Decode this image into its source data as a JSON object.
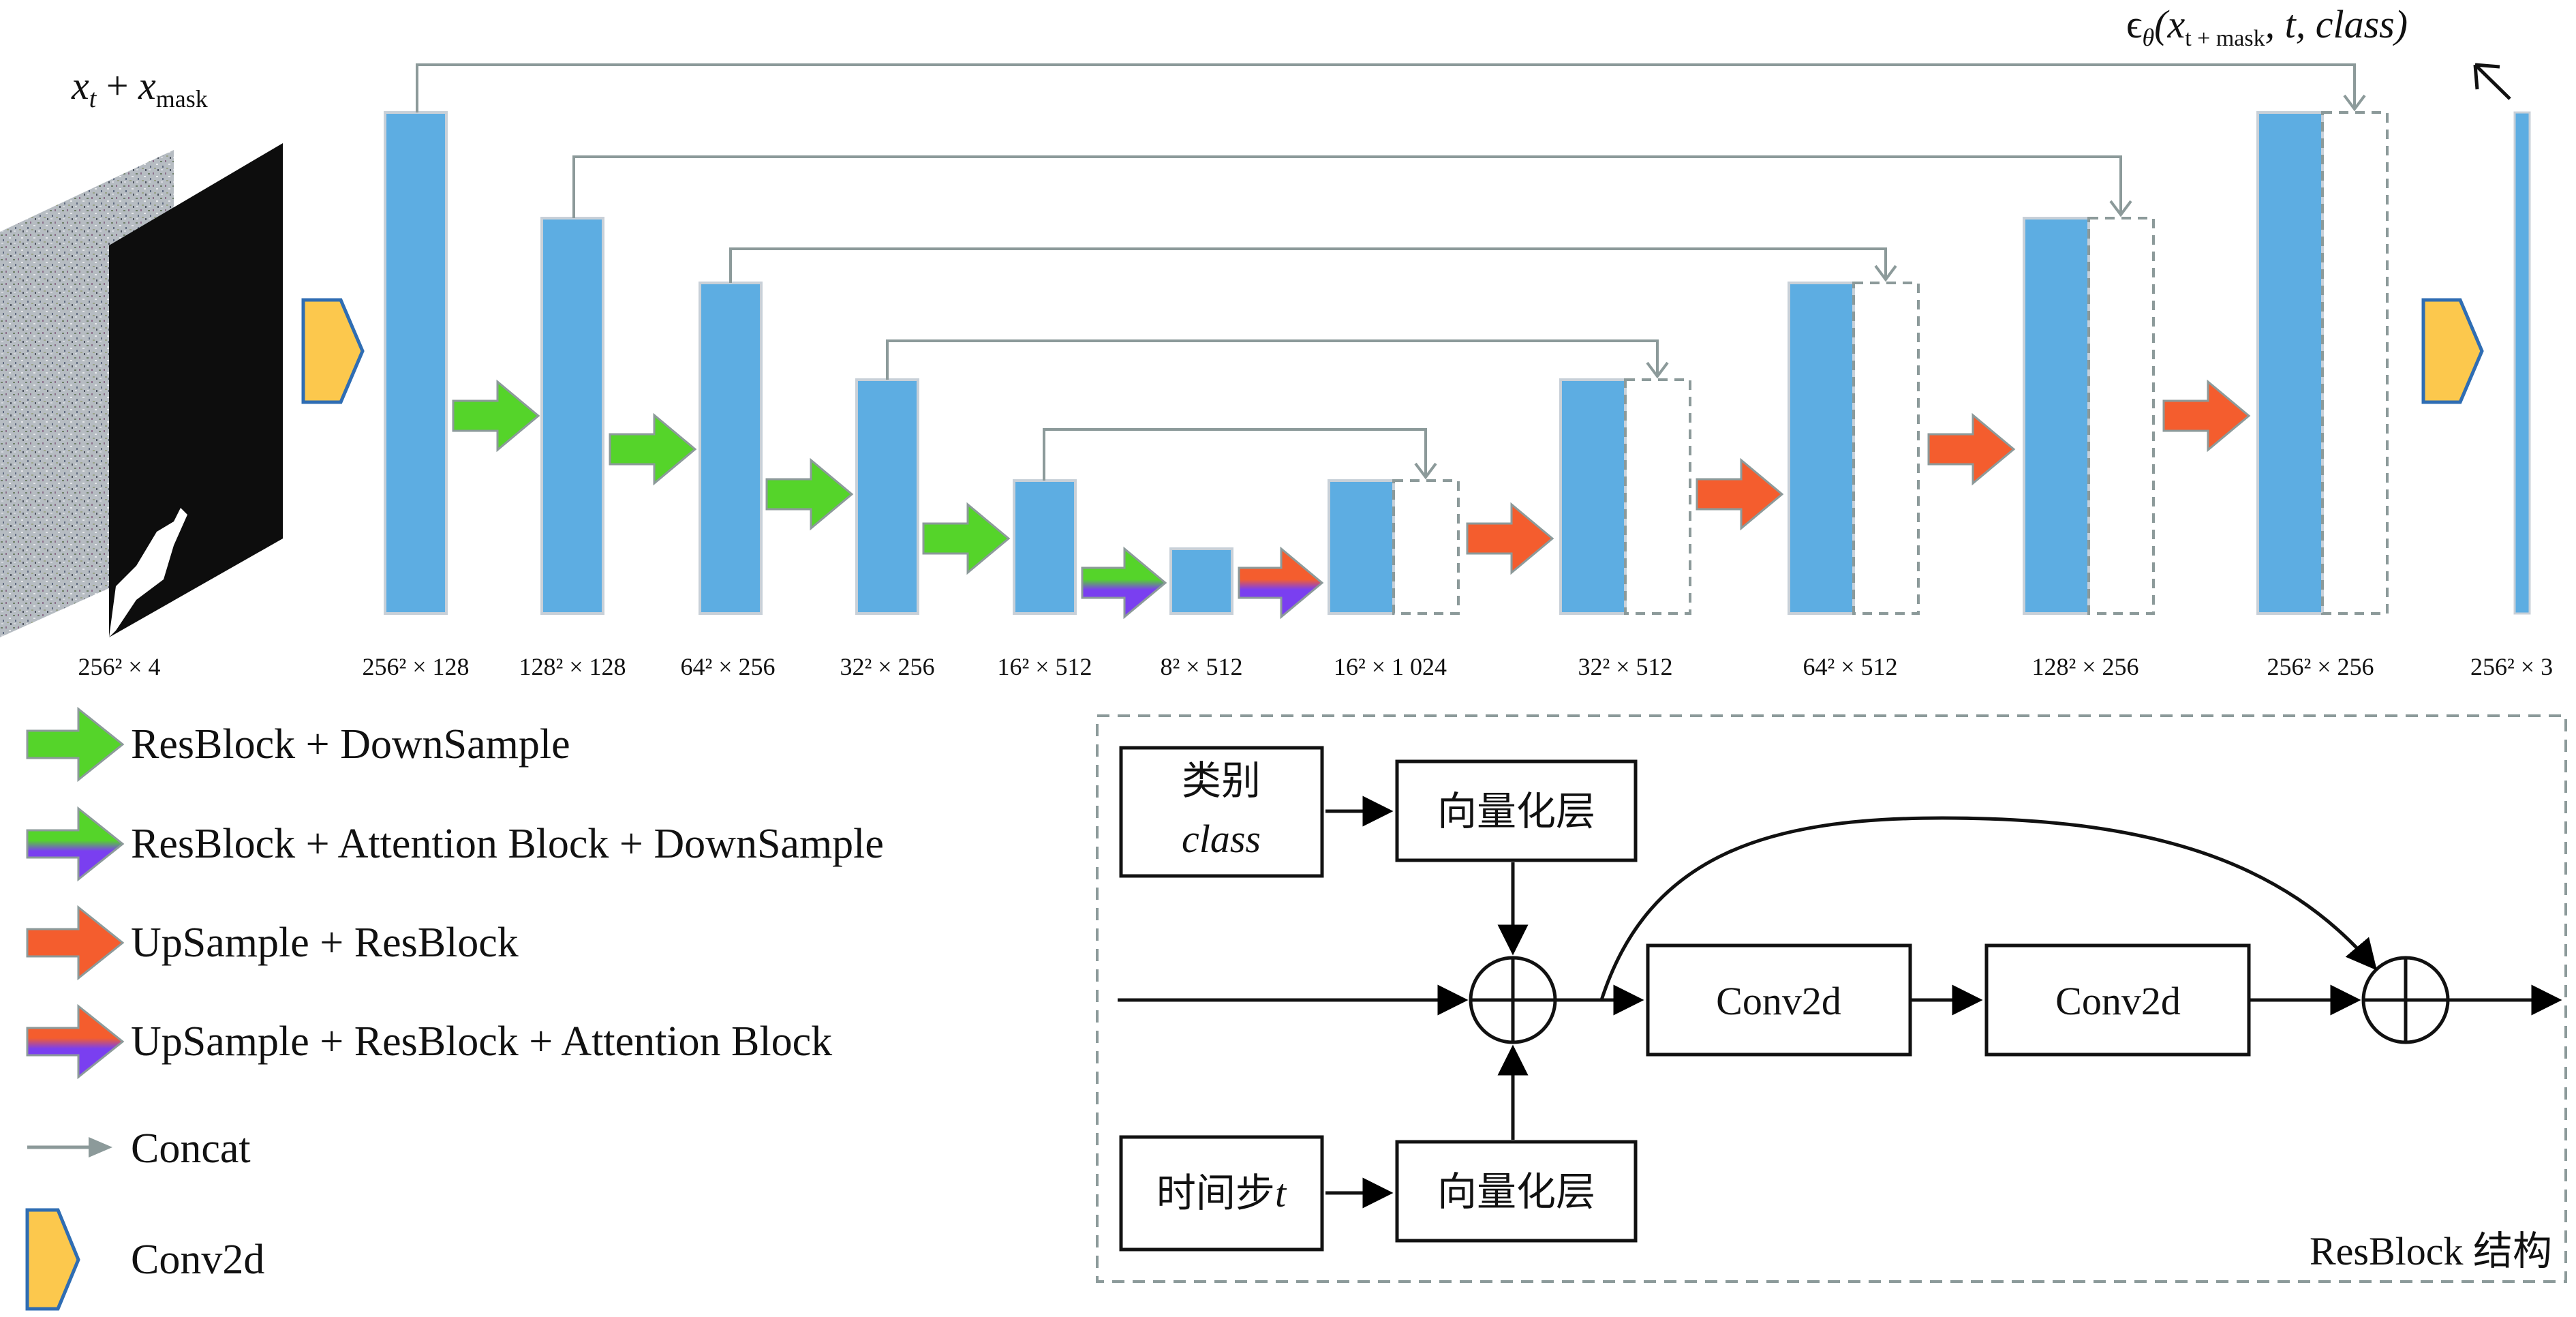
{
  "input": {
    "label_var": "x",
    "label_sub_t": "t",
    "label_plus": " + ",
    "label_sub_mask": "mask",
    "dim": "256² × 4"
  },
  "output": {
    "epsilon": "ϵ",
    "theta": "θ",
    "args_open": "(x",
    "args_sub": "t + mask",
    "args_rest": ", t, class)",
    "dim": "256² × 3"
  },
  "encoder_dims": [
    "256² × 128",
    "128² × 128",
    "64² × 256",
    "32² × 256",
    "16² × 512",
    "8² × 512"
  ],
  "decoder_dims": [
    "16² × 1 024",
    "32² × 512",
    "64² × 512",
    "128² × 256",
    "256² × 256"
  ],
  "legend": [
    {
      "icon": "green-arrow",
      "label": "ResBlock + DownSample"
    },
    {
      "icon": "green-purple-arrow",
      "label": "ResBlock + Attention Block + DownSample"
    },
    {
      "icon": "orange-arrow",
      "label": "UpSample + ResBlock"
    },
    {
      "icon": "orange-purple-arrow",
      "label": "UpSample + ResBlock + Attention Block"
    },
    {
      "icon": "gray-arrow",
      "label": "Concat"
    },
    {
      "icon": "yellow-pentagon",
      "label": "Conv2d"
    }
  ],
  "resblock": {
    "class_line1": "类别",
    "class_line2": "class",
    "embed_top": "向量化层",
    "time_label": "时间步",
    "time_var": "t",
    "embed_bottom": "向量化层",
    "conv1": "Conv2d",
    "conv2": "Conv2d",
    "caption": "ResBlock 结构"
  },
  "colors": {
    "block_fill": "#5dade2",
    "block_stroke": "#c8d0d8",
    "green": "#55d42a",
    "orange": "#f45d2e",
    "purple": "#7a3ff0",
    "concat": "#8c9a9a",
    "conv_yellow": "#fcc84d",
    "conv_stroke": "#2f6db3"
  }
}
